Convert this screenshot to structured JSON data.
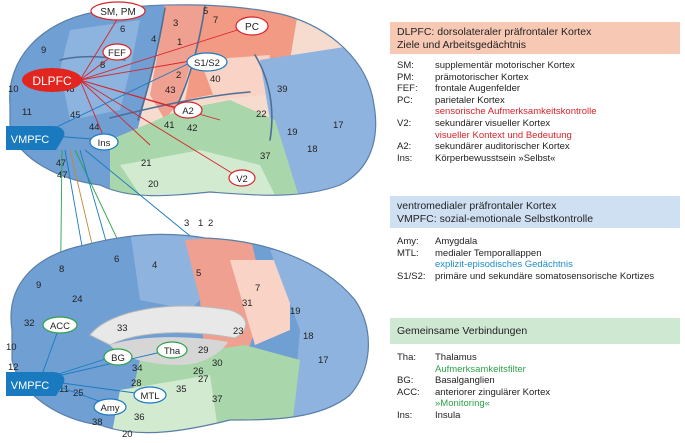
{
  "colors": {
    "frontal_blue": "#6f9fd3",
    "pale_blue": "#b8cfea",
    "pink": "#f0a090",
    "pale_pink": "#f8d3c6",
    "green": "#a9d6aa",
    "pale_green": "#d2ead0",
    "dlpfc_red": "#e2261f",
    "vmpfc_blue": "#1a7ac0",
    "header_red_bg": "#f7c9b5",
    "header_blue_bg": "#cfe0f2",
    "header_green_bg": "#cfe8d2"
  },
  "figure": {
    "labels": {
      "sm_pm": "SM, PM",
      "fef": "FEF",
      "dlpfc": "DLPFC",
      "vmpfc_top": "VMPFC",
      "pc": "PC",
      "s1s2": "S1/S2",
      "a2": "A2",
      "ins": "Ins",
      "v2": "V2",
      "acc": "ACC",
      "bg": "BG",
      "tha": "Tha",
      "mtl": "MTL",
      "amy": "Amy",
      "vmpfc_bottom": "VMPFC"
    },
    "top_areas": [
      "3",
      "5",
      "7",
      "9",
      "4",
      "6",
      "1",
      "8",
      "2",
      "46",
      "40",
      "43",
      "39",
      "10",
      "45",
      "44",
      "22",
      "41",
      "42",
      "19",
      "18",
      "11",
      "21",
      "17",
      "37",
      "47",
      "20"
    ],
    "bottom_areas": [
      "3",
      "1",
      "2",
      "4",
      "6",
      "8",
      "5",
      "9",
      "7",
      "31",
      "24",
      "19",
      "32",
      "23",
      "33",
      "18",
      "17",
      "10",
      "29",
      "34",
      "30",
      "12",
      "26",
      "27",
      "28",
      "35",
      "37",
      "11",
      "25",
      "36",
      "38",
      "20"
    ]
  },
  "legend": {
    "dlpfc": {
      "header_line1": "DLPFC:  dorsolateraler präfrontaler Kortex",
      "header_line2": "Ziele und Arbeitsgedächtnis",
      "entries": [
        {
          "abbr": "SM:",
          "text": "supplementär motorischer Kortex"
        },
        {
          "abbr": "PM:",
          "text": "prämotorischer Kortex"
        },
        {
          "abbr": "FEF:",
          "text": "frontale Augenfelder"
        },
        {
          "abbr": "PC:",
          "text": "parietaler Kortex"
        },
        {
          "abbr": "",
          "text": "sensorische Aufmerksamkeitskontrolle"
        },
        {
          "abbr": "V2:",
          "text": "sekundärer visueller Kortex"
        },
        {
          "abbr": "",
          "text": "visueller Kontext und Bedeutung"
        },
        {
          "abbr": "A2:",
          "text": "sekundärer auditorischer Kortex"
        },
        {
          "abbr": "Ins:",
          "text": "Körperbewusstsein »Selbst«"
        }
      ]
    },
    "vmpfc": {
      "header_line1": "ventromedialer präfrontaler Kortex",
      "header_line2": "VMPFC: sozial-emotionale Selbstkontrolle",
      "entries": [
        {
          "abbr": "Amy:",
          "text": "Amygdala"
        },
        {
          "abbr": "MTL:",
          "text": "medialer Temporallappen"
        },
        {
          "abbr": "",
          "text": "explizit-episodisches Gedächtnis"
        },
        {
          "abbr": "S1/S2:",
          "text": "primäre und sekundäre somatosensorische Kortizes"
        }
      ]
    },
    "common": {
      "header": "Gemeinsame Verbindungen",
      "entries": [
        {
          "abbr": "Tha:",
          "text": "Thalamus"
        },
        {
          "abbr": "",
          "text": "Aufmerksamkeitsfilter"
        },
        {
          "abbr": "BG:",
          "text": "Basalganglien"
        },
        {
          "abbr": "ACC:",
          "text": "anteriorer zingulärer Kortex"
        },
        {
          "abbr": "",
          "text": "»Monitoring«"
        },
        {
          "abbr": "Ins:",
          "text": "Insula"
        }
      ]
    }
  }
}
